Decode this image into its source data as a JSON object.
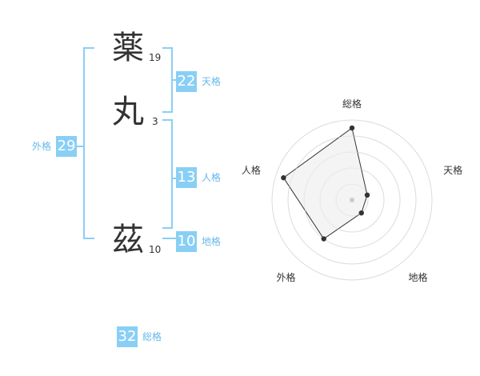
{
  "name": {
    "chars": [
      {
        "char": "薬",
        "strokes": "19"
      },
      {
        "char": "丸",
        "strokes": "3"
      },
      {
        "char": "茲",
        "strokes": "10"
      }
    ]
  },
  "fortune": {
    "tenkaku": {
      "value": "22",
      "label": "天格"
    },
    "jinkaku": {
      "value": "13",
      "label": "人格"
    },
    "chikaku": {
      "value": "10",
      "label": "地格"
    },
    "gaikaku": {
      "value": "29",
      "label": "外格"
    },
    "soukaku": {
      "value": "32",
      "label": "総格"
    }
  },
  "colors": {
    "badge": "#89cff5",
    "badge_label": "#66b8e9",
    "bracket": "#89cff5",
    "radar_fill": "#f2f2f2",
    "radar_ring": "#dddddd",
    "radar_line": "#333333"
  },
  "chart_data": {
    "type": "radar",
    "axes": [
      "総格",
      "天格",
      "地格",
      "外格",
      "人格"
    ],
    "values": [
      4.5,
      1,
      1,
      3,
      4.5
    ],
    "rmax": 5,
    "rings": 5
  }
}
